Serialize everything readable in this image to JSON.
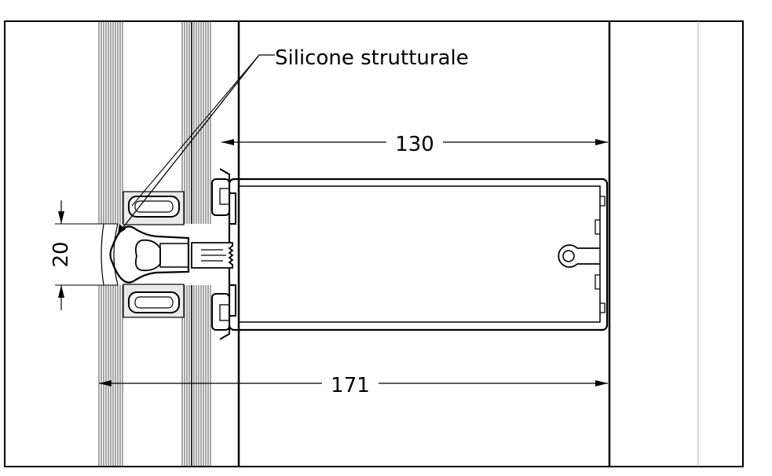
{
  "labels": {
    "silicone": "Silicone strutturale"
  },
  "dimensions": {
    "profile_depth": "130",
    "total_depth": "171",
    "joint_width": "20"
  }
}
